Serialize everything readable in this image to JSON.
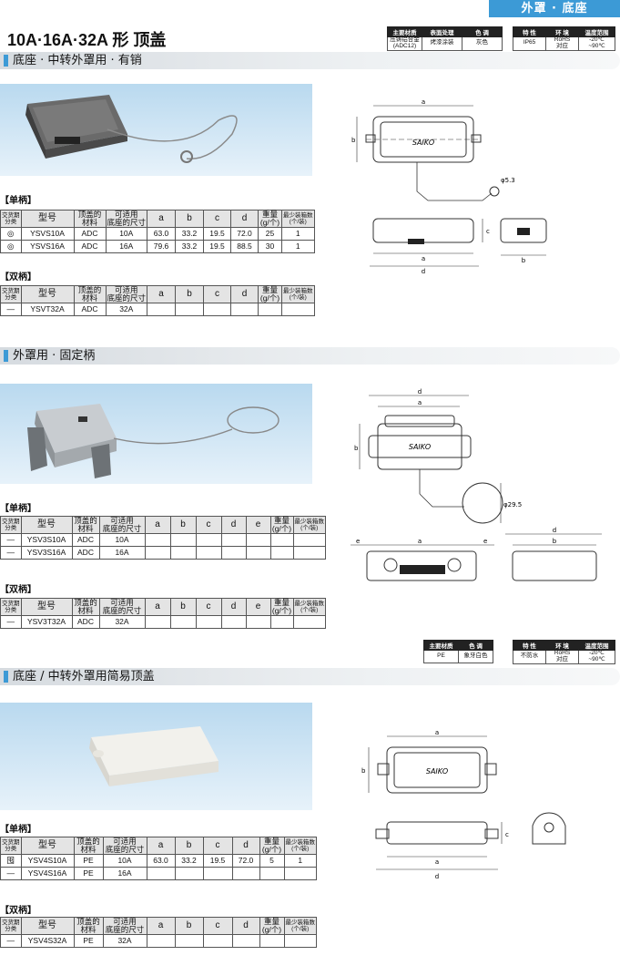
{
  "header": {
    "category": "外罩 · 底座",
    "title": "10A·16A·32A 形 顶盖"
  },
  "attrs1a": {
    "headers": [
      "主要材质",
      "表面处理",
      "色 调"
    ],
    "values": [
      [
        "压铸铝合金",
        "(ADC12)"
      ],
      [
        "烤漆涂装"
      ],
      [
        "灰色"
      ]
    ]
  },
  "attrs1b": {
    "headers": [
      "特 性",
      "环 境",
      "温度范围"
    ],
    "values": [
      [
        "IP65"
      ],
      [
        "RoHS",
        "对应"
      ],
      [
        "-20℃",
        "~90℃"
      ]
    ]
  },
  "attrs3a": {
    "headers": [
      "主要材质",
      "色 调"
    ],
    "values": [
      [
        "PE"
      ],
      [
        "象牙白色"
      ]
    ]
  },
  "attrs3b": {
    "headers": [
      "特 性",
      "环 境",
      "温度范围"
    ],
    "values": [
      [
        "不防水"
      ],
      [
        "RoHS",
        "对应"
      ],
      [
        "-20℃",
        "~90℃"
      ]
    ]
  },
  "sections": [
    {
      "title": "底座 · 中转外罩用 · 有销",
      "single_label": "【单柄】",
      "double_label": "【双柄】",
      "single_rows": [
        [
          "◎",
          "YSVS10A",
          "ADC",
          "10A",
          "63.0",
          "33.2",
          "19.5",
          "72.0",
          "25",
          "1"
        ],
        [
          "◎",
          "YSVS16A",
          "ADC",
          "16A",
          "79.6",
          "33.2",
          "19.5",
          "88.5",
          "30",
          "1"
        ]
      ],
      "double_rows": [
        [
          "—",
          "YSVT32A",
          "ADC",
          "32A",
          "",
          "",
          "",
          "",
          "",
          ""
        ]
      ]
    },
    {
      "title": "外罩用 · 固定柄",
      "single_label": "【单柄】",
      "double_label": "【双柄】",
      "single_rows": [
        [
          "—",
          "YSV3S10A",
          "ADC",
          "10A",
          "",
          "",
          "",
          "",
          "",
          "",
          ""
        ],
        [
          "—",
          "YSV3S16A",
          "ADC",
          "16A",
          "",
          "",
          "",
          "",
          "",
          "",
          ""
        ]
      ],
      "double_rows": [
        [
          "—",
          "YSV3T32A",
          "ADC",
          "32A",
          "",
          "",
          "",
          "",
          "",
          "",
          ""
        ]
      ]
    },
    {
      "title": "底座 / 中转外罩用简易顶盖",
      "single_label": "【单柄】",
      "double_label": "【双柄】",
      "single_rows": [
        [
          "囤",
          "YSV4S10A",
          "PE",
          "10A",
          "63.0",
          "33.2",
          "19.5",
          "72.0",
          "5",
          "1"
        ],
        [
          "—",
          "YSV4S16A",
          "PE",
          "16A",
          "",
          "",
          "",
          "",
          "",
          ""
        ]
      ],
      "double_rows": [
        [
          "—",
          "YSV4S32A",
          "PE",
          "32A",
          "",
          "",
          "",
          "",
          "",
          ""
        ]
      ]
    }
  ],
  "col_headers": {
    "type": [
      "交货期",
      "分类"
    ],
    "model": "型号",
    "material": [
      "顶盖的",
      "材料"
    ],
    "size": [
      "可适用",
      "底座的尺寸"
    ],
    "a": "a",
    "b": "b",
    "c": "c",
    "d": "d",
    "e": "e",
    "weight": [
      "重量",
      "(g/个)"
    ],
    "min": [
      "最少装箱数",
      "(个/装)"
    ]
  },
  "drawing_labels": {
    "a": "a",
    "b": "b",
    "c": "c",
    "d": "d",
    "e": "e",
    "dia1": "φ5.3",
    "dia2": "φ29.5",
    "brand": "SAIKO"
  }
}
